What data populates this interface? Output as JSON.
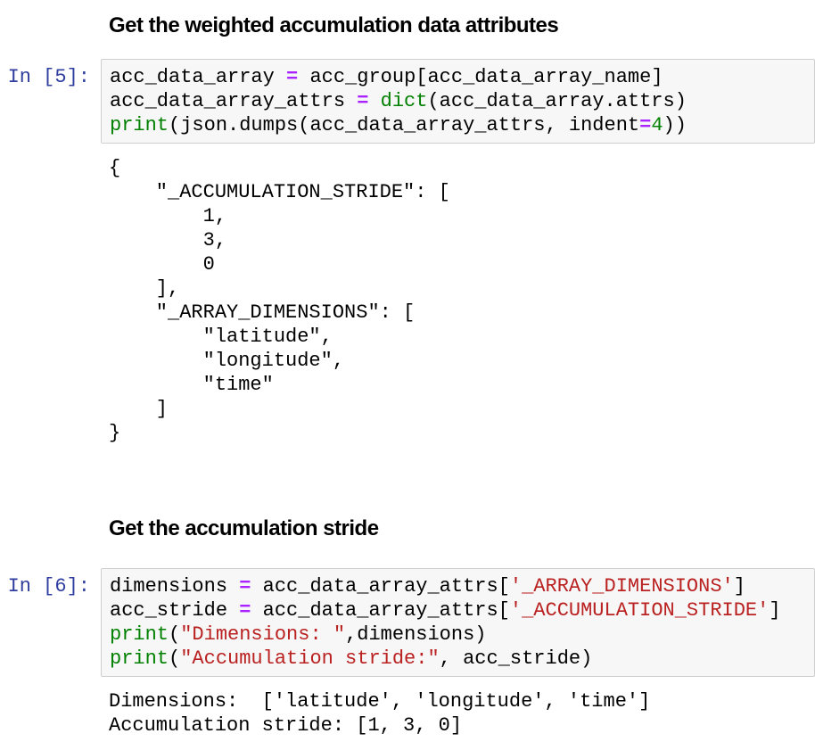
{
  "notebook": {
    "colors": {
      "page_bg": "#ffffff",
      "input_bg": "#f7f7f7",
      "input_border": "#cfcfcf",
      "prompt": "#303f9f",
      "operator": "#aa22ff",
      "builtin": "#008000",
      "number": "#008000",
      "string": "#ba2121",
      "text": "#000000"
    },
    "cells": [
      {
        "type": "markdown",
        "heading": "Get the weighted accumulation data attributes"
      },
      {
        "type": "code",
        "prompt": "In [5]:",
        "source_tokens": [
          [
            [
              "acc_data_array ",
              ""
            ],
            [
              "=",
              "o"
            ],
            [
              " acc_group[acc_data_array_name]",
              ""
            ]
          ],
          [
            [
              "acc_data_array_attrs ",
              ""
            ],
            [
              "=",
              "o"
            ],
            [
              " ",
              ""
            ],
            [
              "dict",
              "b"
            ],
            [
              "(acc_data_array.attrs)",
              ""
            ]
          ],
          [
            [
              "print",
              "b"
            ],
            [
              "(json.dumps(acc_data_array_attrs, indent",
              ""
            ],
            [
              "=",
              "o"
            ],
            [
              "4",
              "n"
            ],
            [
              "))",
              ""
            ]
          ]
        ],
        "output": "{\n    \"_ACCUMULATION_STRIDE\": [\n        1,\n        3,\n        0\n    ],\n    \"_ARRAY_DIMENSIONS\": [\n        \"latitude\",\n        \"longitude\",\n        \"time\"\n    ]\n}"
      },
      {
        "type": "markdown",
        "heading": "Get the accumulation stride"
      },
      {
        "type": "code",
        "prompt": "In [6]:",
        "source_tokens": [
          [
            [
              "dimensions ",
              ""
            ],
            [
              "=",
              "o"
            ],
            [
              " acc_data_array_attrs[",
              ""
            ],
            [
              "'_ARRAY_DIMENSIONS'",
              "s"
            ],
            [
              "]",
              ""
            ]
          ],
          [
            [
              "acc_stride ",
              ""
            ],
            [
              "=",
              "o"
            ],
            [
              " acc_data_array_attrs[",
              ""
            ],
            [
              "'_ACCUMULATION_STRIDE'",
              "s"
            ],
            [
              "]",
              ""
            ]
          ],
          [
            [
              "print",
              "b"
            ],
            [
              "(",
              ""
            ],
            [
              "\"Dimensions: \"",
              "s"
            ],
            [
              ",dimensions)",
              ""
            ]
          ],
          [
            [
              "print",
              "b"
            ],
            [
              "(",
              ""
            ],
            [
              "\"Accumulation stride:\"",
              "s"
            ],
            [
              ", acc_stride)",
              ""
            ]
          ]
        ],
        "output": "Dimensions:  ['latitude', 'longitude', 'time']\nAccumulation stride: [1, 3, 0]"
      }
    ]
  }
}
